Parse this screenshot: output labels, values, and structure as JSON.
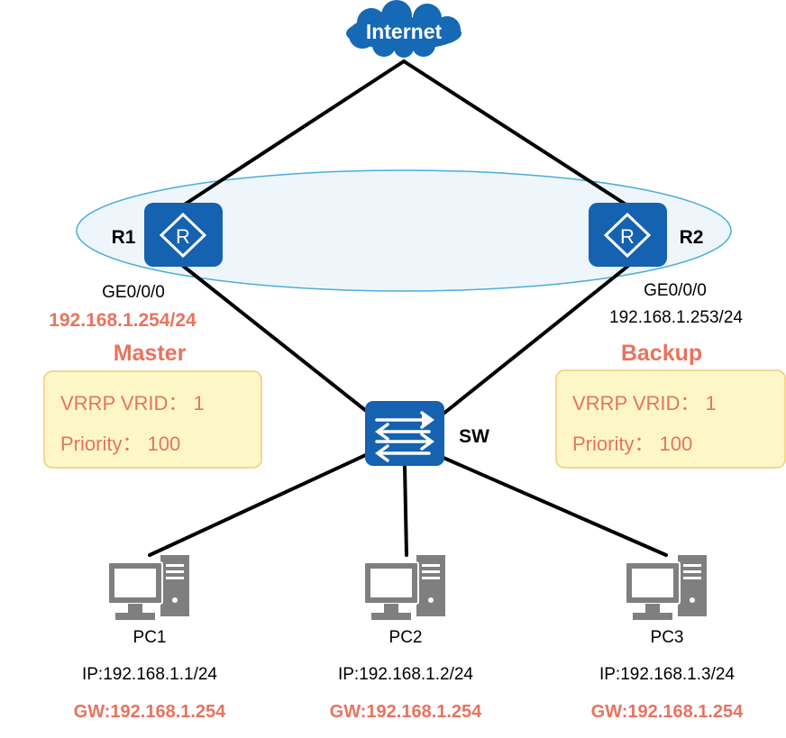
{
  "internet": {
    "label": "Internet"
  },
  "routers": [
    {
      "name": "R1",
      "interface": "GE0/0/0",
      "ip": "192.168.1.254/24",
      "role": "Master",
      "vrid_label": "VRRP VRID： 1",
      "priority_label": "Priority： 100"
    },
    {
      "name": "R2",
      "interface": "GE0/0/0",
      "ip": "192.168.1.253/24",
      "role": "Backup",
      "vrid_label": "VRRP VRID： 1",
      "priority_label": "Priority： 100"
    }
  ],
  "switch": {
    "name": "SW"
  },
  "pcs": [
    {
      "name": "PC1",
      "ip": "IP:192.168.1.1/24",
      "gw": "GW:192.168.1.254"
    },
    {
      "name": "PC2",
      "ip": "IP:192.168.1.2/24",
      "gw": "GW:192.168.1.254"
    },
    {
      "name": "PC3",
      "ip": "IP:192.168.1.3/24",
      "gw": "GW:192.168.1.254"
    }
  ],
  "colors": {
    "highlight": "#e8735f",
    "device_blue": "#1462b0",
    "cloud_blue": "#1569b5",
    "vrrp_group_fill": "#eef6fb",
    "vrrp_group_stroke": "#4aaed8",
    "info_box_fill": "#fdf7c8",
    "info_box_stroke": "#f6c87a",
    "pc_gray": "#7f7f7f",
    "link": "#000000"
  }
}
